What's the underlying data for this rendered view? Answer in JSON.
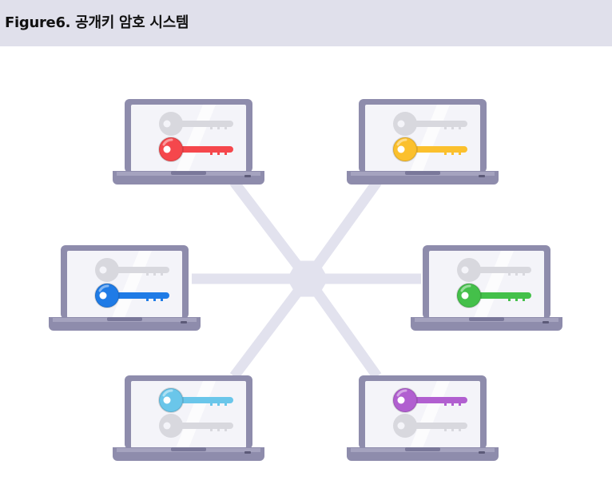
{
  "title": "Figure6. 공개키 암호 시스템",
  "colors": {
    "header_bg": "#e0e0eb",
    "connector": "#e2e2ee",
    "laptop_frame": "#8e8cac",
    "laptop_frame_dark": "#7a789a",
    "laptop_base": "#b4b2cc",
    "screen": "#f4f4f9",
    "ghost_key": "#d8d8de"
  },
  "network": {
    "hub_shape": "hexagon",
    "nodes": [
      {
        "name": "laptop-top-left",
        "key_color": "#f5474c",
        "key_icon": "key-icon",
        "colored_key_position": "bottom"
      },
      {
        "name": "laptop-top-right",
        "key_color": "#fbc02d",
        "key_icon": "key-icon",
        "colored_key_position": "bottom"
      },
      {
        "name": "laptop-middle-left",
        "key_color": "#1f7be6",
        "key_icon": "key-icon",
        "colored_key_position": "bottom"
      },
      {
        "name": "laptop-middle-right",
        "key_color": "#44c04a",
        "key_icon": "key-icon",
        "colored_key_position": "bottom"
      },
      {
        "name": "laptop-bottom-left",
        "key_color": "#6ac6ea",
        "key_icon": "key-icon",
        "colored_key_position": "top"
      },
      {
        "name": "laptop-bottom-right",
        "key_color": "#b15fd0",
        "key_icon": "key-icon",
        "colored_key_position": "top"
      }
    ]
  }
}
